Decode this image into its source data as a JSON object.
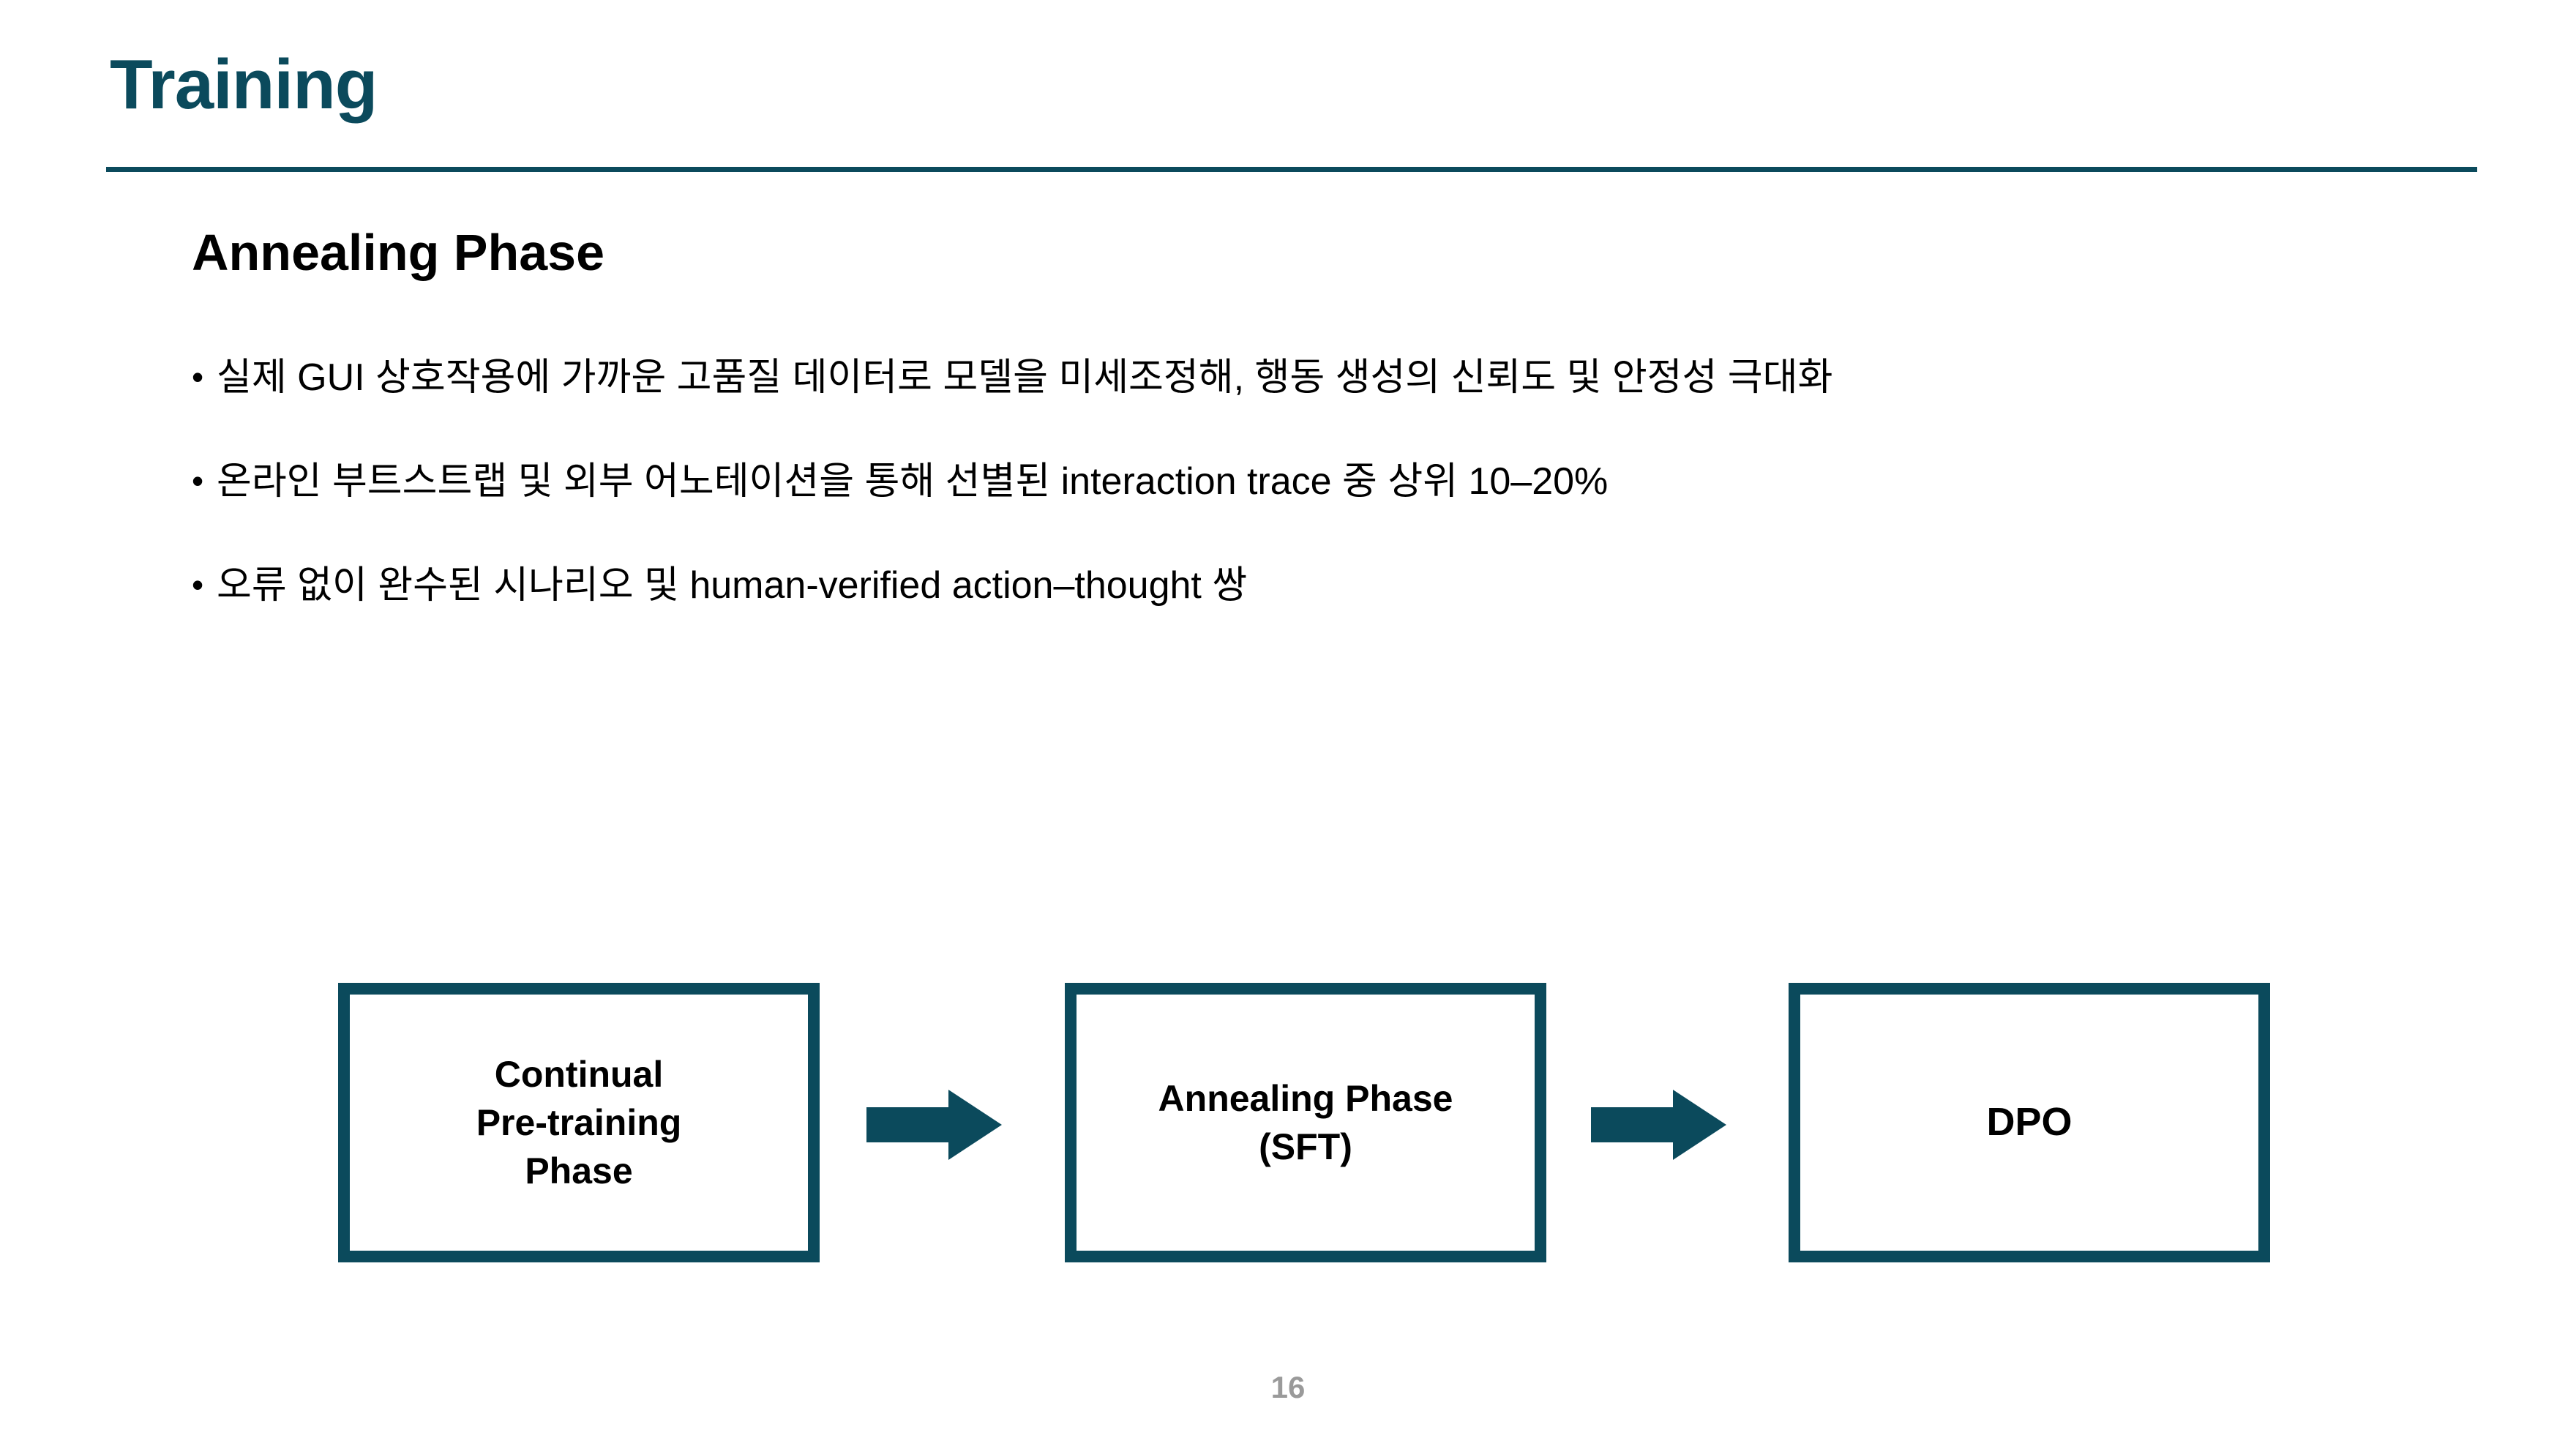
{
  "slide": {
    "title": "Training",
    "section_heading": "Annealing Phase",
    "page_number": "16",
    "bullet_marker": "•",
    "accent_color": "#0B4A5C",
    "text_color": "#000000",
    "page_number_color": "#9a9a9a"
  },
  "bullets": [
    {
      "text": "실제 GUI 상호작용에 가까운 고품질 데이터로 모델을 미세조정해, 행동 생성의 신뢰도 및 안정성 극대화"
    },
    {
      "text": "온라인 부트스트랩 및 외부 어노테이션을 통해 선별된 interaction trace 중 상위 10–20%"
    },
    {
      "text": "오류 없이 완수된 시나리오 및 human-verified action–thought 쌍"
    }
  ],
  "flow": {
    "boxes": [
      {
        "label": "Continual\nPre-training\nPhase"
      },
      {
        "label": "Annealing Phase\n(SFT)"
      },
      {
        "label": "DPO"
      }
    ],
    "arrows": [
      {
        "name": "arrow-right-icon"
      },
      {
        "name": "arrow-right-icon"
      }
    ]
  }
}
